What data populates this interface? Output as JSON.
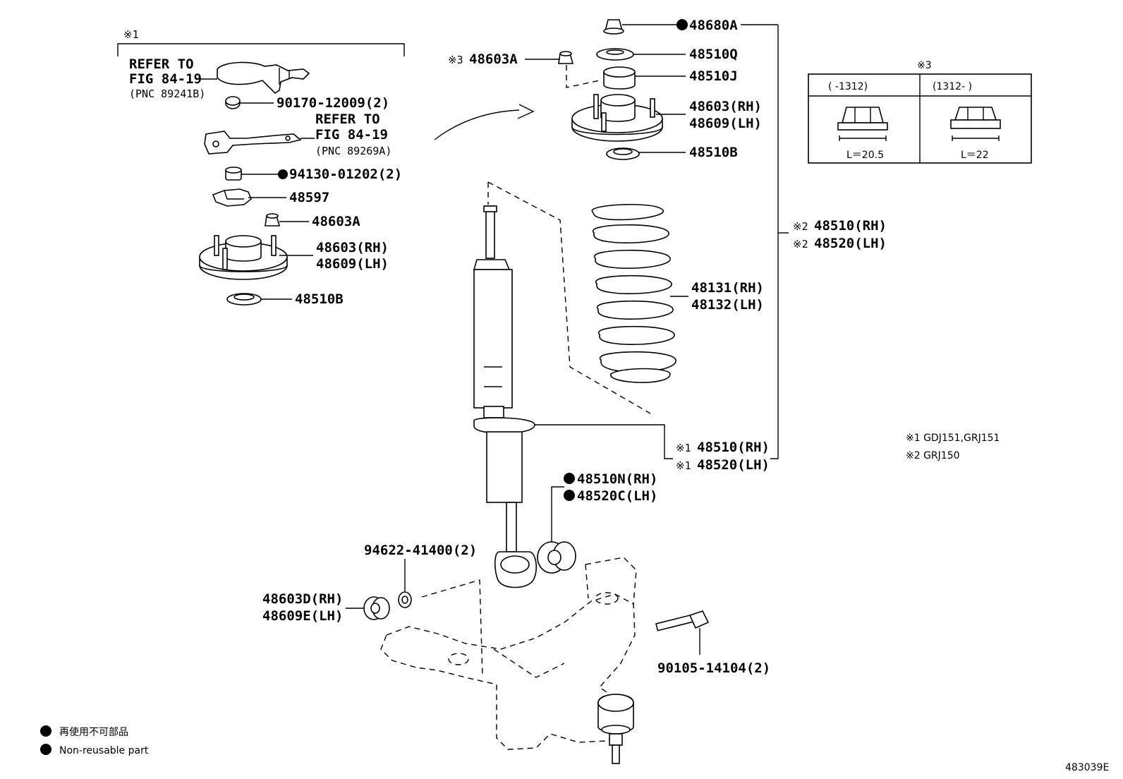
{
  "groups": {
    "g1_mark": "※1",
    "g3_mark": "※3"
  },
  "inset_labels": {
    "refer1_l1": "REFER TO",
    "refer1_l2": "FIG 84-19",
    "refer1_l3": "(PNC 89241B)",
    "p90170": "90170-12009(2)",
    "refer2_l1": "REFER TO",
    "refer2_l2": "FIG 84-19",
    "refer2_l3": "(PNC 89269A)",
    "p94130": "94130-01202(2)",
    "p48597": "48597",
    "p48603A": "48603A",
    "p48603rh": "48603(RH)",
    "p48609lh": "48609(LH)",
    "p48510B": "48510B"
  },
  "main_labels": {
    "p48680A": "48680A",
    "p48510Q": "48510Q",
    "p48510J": "48510J",
    "p48603A_mark": "※3",
    "p48603A": "48603A",
    "p48603rh": "48603(RH)",
    "p48609lh": "48609(LH)",
    "p48510B": "48510B",
    "s2_mark1": "※2",
    "p48510rh_2": "48510(RH)",
    "s2_mark2": "※2",
    "p48520lh_2": "48520(LH)",
    "p48131rh": "48131(RH)",
    "p48132lh": "48132(LH)",
    "s1_mark1": "※1",
    "p48510rh_1": "48510(RH)",
    "s1_mark2": "※1",
    "p48520lh_1": "48520(LH)",
    "p48510N": "48510N(RH)",
    "p48520C": "48520C(LH)",
    "p94622": "94622-41400(2)",
    "p48603D": "48603D(RH)",
    "p48609E": "48609E(LH)",
    "p90105": "90105-14104(2)"
  },
  "nut_table": {
    "col1": "(      -1312)",
    "col2": "(1312-      )",
    "len1": "L＝20.5",
    "len2": "L＝22"
  },
  "notes": {
    "n1": "※1 GDJ151,GRJ151",
    "n2": "※2 GRJ150"
  },
  "legend": {
    "jp": "再使用不可部品",
    "en": "Non-reusable part"
  },
  "figure_id": "483039E"
}
